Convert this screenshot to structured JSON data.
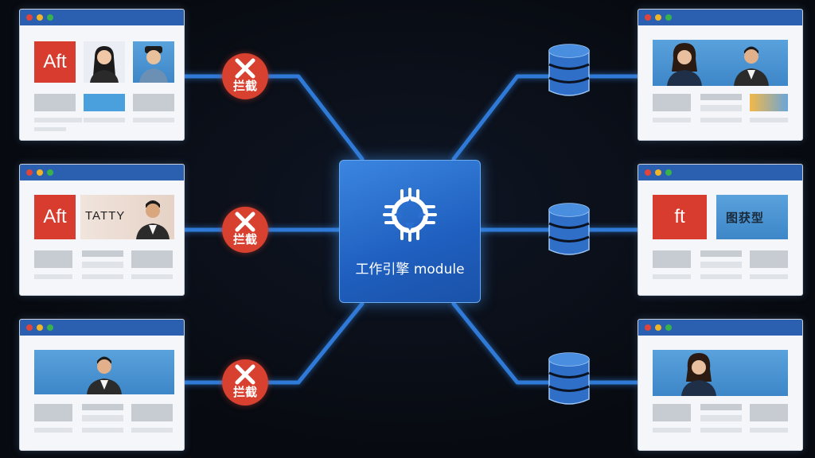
{
  "diagram": {
    "central_module": {
      "label": "工作引擎 module",
      "icon": "chip-icon",
      "color": "#2a6fd0"
    },
    "blocked_label": "拦截",
    "blocked_color": "#d8402f",
    "wire_color": "#2f7ad6",
    "left_sources": [
      {
        "logo_text": "Aft",
        "people": 2,
        "status": "blocked"
      },
      {
        "logo_text": "Aft",
        "banner_text": "TATTY",
        "people": 1,
        "status": "blocked"
      },
      {
        "logo_text": "",
        "people": 1,
        "status": "blocked"
      }
    ],
    "right_outputs": [
      {
        "logo_text": "",
        "people": 2,
        "store": "database-icon"
      },
      {
        "logo_text": "ft",
        "banner_text": "图获型",
        "people": 0,
        "store": "database-icon"
      },
      {
        "logo_text": "",
        "people": 1,
        "store": "database-icon"
      }
    ]
  }
}
